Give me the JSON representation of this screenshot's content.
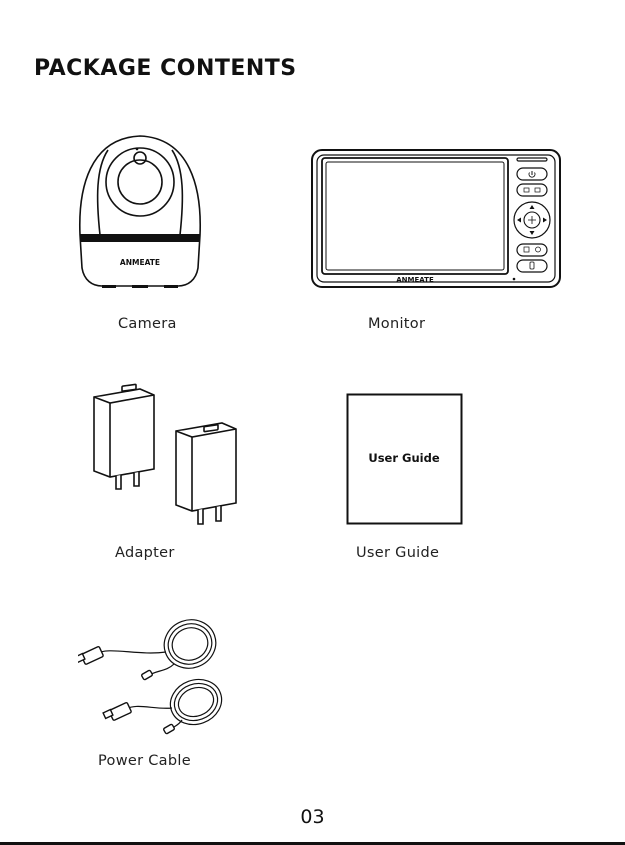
{
  "header": {
    "title": "PACKAGE CONTENTS"
  },
  "items": [
    {
      "label": "Camera"
    },
    {
      "label": "Monitor"
    },
    {
      "label": "Adapter"
    },
    {
      "label": "User Guide"
    },
    {
      "label": "Power Cable"
    }
  ],
  "camera": {
    "brand": "ANMEATE"
  },
  "monitor": {
    "brand": "ANMEATE"
  },
  "guide": {
    "cover_text": "User Guide"
  },
  "footer": {
    "page_number": "03"
  }
}
